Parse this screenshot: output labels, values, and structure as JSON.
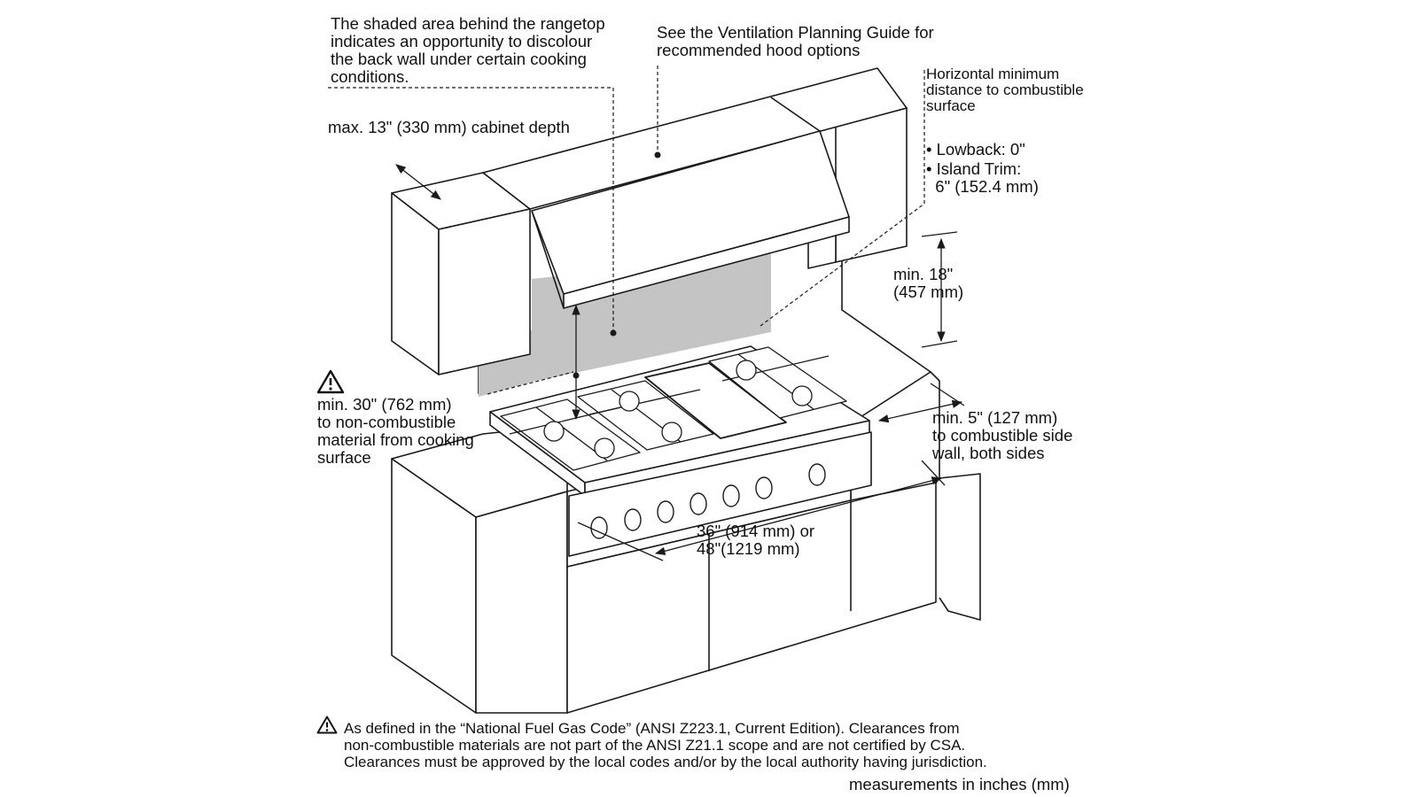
{
  "callouts": {
    "shaded_area": "The shaded area behind the rangetop\nindicates an opportunity to discolour\nthe back wall under certain cooking\nconditions.",
    "ventilation": "See the Ventilation Planning Guide for\nrecommended hood options",
    "horizontal_min": "Horizontal minimum\ndistance to combustible\nsurface",
    "lowback": "• Lowback: 0\"",
    "island_trim": "• Island Trim:\n  6\" (152.4 mm)",
    "cabinet_depth": "max. 13\" (330 mm) cabinet depth",
    "min_18": "min. 18\"\n(457 mm)",
    "min_30": "min. 30\" (762 mm)\nto non-combustible\nmaterial from cooking\nsurface",
    "min_5": "min. 5\" (127 mm)\nto combustible side\nwall, both sides",
    "width": "36\" (914 mm) or\n48\"(1219 mm)"
  },
  "footnote": {
    "text": "As defined in the “National Fuel Gas Code” (ANSI Z223.1, Current Edition). Clearances from\nnon-combustible materials are not part of the ANSI Z21.1 scope and are not certified by CSA.\nClearances must be approved by the local codes and/or by the local authority having jurisdiction.",
    "icon": "warning-triangle-icon"
  },
  "units_note": "measurements in inches (mm)",
  "colors": {
    "line": "#1a1a1a",
    "shaded": "#c4c4c4",
    "background": "#ffffff"
  }
}
